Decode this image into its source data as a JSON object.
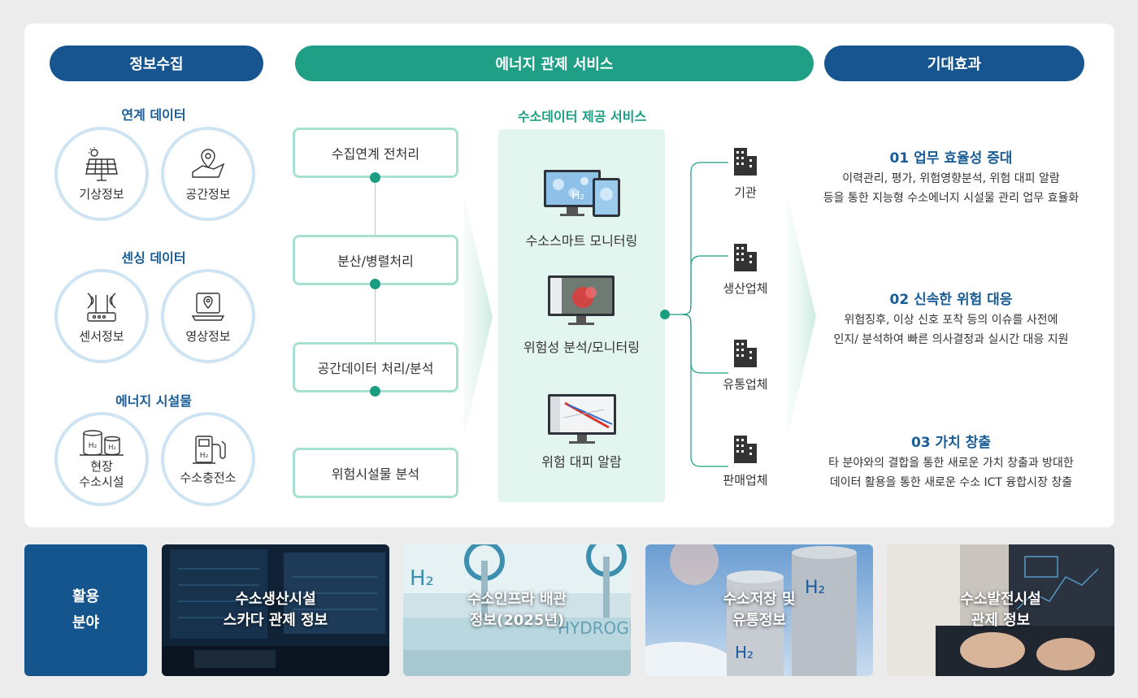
{
  "headers": {
    "collect": "정보수집",
    "service": "에너지 관제 서비스",
    "effect": "기대효과"
  },
  "collect": {
    "group1": {
      "title": "연계 데이터",
      "items": [
        "기상정보",
        "공간정보"
      ]
    },
    "group2": {
      "title": "센싱 데이터",
      "items": [
        "센서정보",
        "영상정보"
      ]
    },
    "group3": {
      "title": "에너지 시설물",
      "items": [
        "현장\n수소시설",
        "수소충전소"
      ]
    },
    "h2_label": "H₂"
  },
  "process": [
    "수집연계 전처리",
    "분산/병렬처리",
    "공간데이터 처리/분석",
    "위험시설물 분석"
  ],
  "service": {
    "title": "수소데이터 제공 서비스",
    "items": [
      "수소스마트 모니터링",
      "위험성 분석/모니터링",
      "위험 대피 알람"
    ],
    "h2_label": "H₂"
  },
  "orgs": [
    "기관",
    "생산업체",
    "유통업체",
    "판매업체"
  ],
  "effects": [
    {
      "title": "01 업무 효율성 증대",
      "lines": [
        "이력관리, 평가, 위험영향분석, 위험 대피 알람",
        "등을 통한 지능형 수소에너지 시설물 관리 업무 효율화"
      ]
    },
    {
      "title": "02 신속한 위험 대응",
      "lines": [
        "위험징후, 이상 신호 포착 등의 이슈를 사전에",
        "인지/ 분석하여 빠른 의사결정과 실시간 대응 지원"
      ]
    },
    {
      "title": "03 가치 창출",
      "lines": [
        "타 분야와의 결합을 통한 새로운 가치 창출과 방대한",
        "데이터 활용을 통한 새로운 수소 ICT 융합시장 창출"
      ]
    }
  ],
  "usage": {
    "label_line1": "활용",
    "label_line2": "분야",
    "tiles": [
      {
        "line1": "수소생산시설",
        "line2": "스카다 관제 정보"
      },
      {
        "line1": "수소인프라 배관",
        "line2": "정보(2025년)"
      },
      {
        "line1": "수소저장 및",
        "line2": "유통정보"
      },
      {
        "line1": "수소발전시설",
        "line2": "관제 정보"
      }
    ],
    "photo_text": {
      "h2": "H₂",
      "hydrogen": "HYDROGEN"
    }
  },
  "colors": {
    "blue": "#16558f",
    "green": "#1f9f86",
    "light_green": "#e3f5ef",
    "circle_border": "#cfe4f3"
  }
}
